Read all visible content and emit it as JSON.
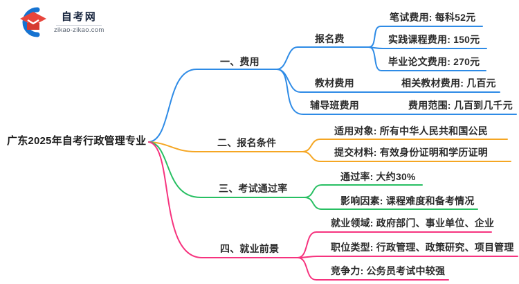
{
  "brand": {
    "name": "自考网",
    "domain": "zikao-zikao.com"
  },
  "colors": {
    "branch_fees": "#2E8BE6",
    "branch_requirements": "#F5A623",
    "branch_pass_rate": "#27BF62",
    "branch_prospects": "#F6337E",
    "logo_crescent": "#1673D1",
    "logo_cap": "#E8453C",
    "text": "#2b2b2b"
  },
  "mindmap": {
    "root": "广东2025年自考行政管理专业",
    "branches": [
      {
        "label": "一、费用",
        "children": [
          {
            "label": "报名费",
            "children": [
              {
                "label": "笔试费用: 每科52元"
              },
              {
                "label": "实践课程费用: 150元"
              },
              {
                "label": "毕业论文费用: 270元"
              }
            ]
          },
          {
            "label": "教材费用",
            "children": [
              {
                "label": "相关教材费用: 几百元"
              }
            ]
          },
          {
            "label": "辅导班费用",
            "children": [
              {
                "label": "费用范围: 几百到几千元"
              }
            ]
          }
        ]
      },
      {
        "label": "二、报名条件",
        "children": [
          {
            "label": "适用对象: 所有中华人民共和国公民"
          },
          {
            "label": "提交材料: 有效身份证明和学历证明"
          }
        ]
      },
      {
        "label": "三、考试通过率",
        "children": [
          {
            "label": "通过率: 大约30%"
          },
          {
            "label": "影响因素: 课程难度和备考情况"
          }
        ]
      },
      {
        "label": "四、就业前景",
        "children": [
          {
            "label": "就业领域: 政府部门、事业单位、企业"
          },
          {
            "label": "职位类型: 行政管理、政策研究、项目管理"
          },
          {
            "label": "竞争力: 公务员考试中较强"
          }
        ]
      }
    ]
  }
}
